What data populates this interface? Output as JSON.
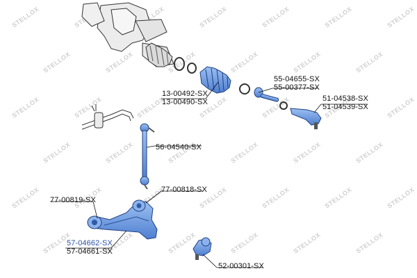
{
  "watermark": {
    "text": "STELLOX",
    "color": "#cfcfcf"
  },
  "parts": {
    "rack_boot": {
      "codes": [
        "13-00492-SX",
        "13-00490-SX"
      ]
    },
    "inner_tie_rod": {
      "codes": [
        "55-04655-SX",
        "55-00377-SX"
      ]
    },
    "tie_rod_end": {
      "codes": [
        "51-04538-SX",
        "51-04539-SX"
      ]
    },
    "stabilizer_link": {
      "codes": [
        "56-04540-SX"
      ]
    },
    "control_arm_bushing": {
      "codes": [
        "77-00819-SX"
      ]
    },
    "control_arm_rear_bushing": {
      "codes": [
        "77-00818-SX"
      ]
    },
    "control_arm": {
      "codes": [
        "57-04662-SX",
        "57-04661-SX"
      ],
      "highlight_first": true
    },
    "ball_joint": {
      "codes": [
        "52-00301-SX"
      ]
    }
  },
  "colors": {
    "part_blue": "#6f9fe3",
    "part_blue_dark": "#3d6fc0",
    "highlight_label": "#2b4fa8",
    "line": "#111111"
  }
}
